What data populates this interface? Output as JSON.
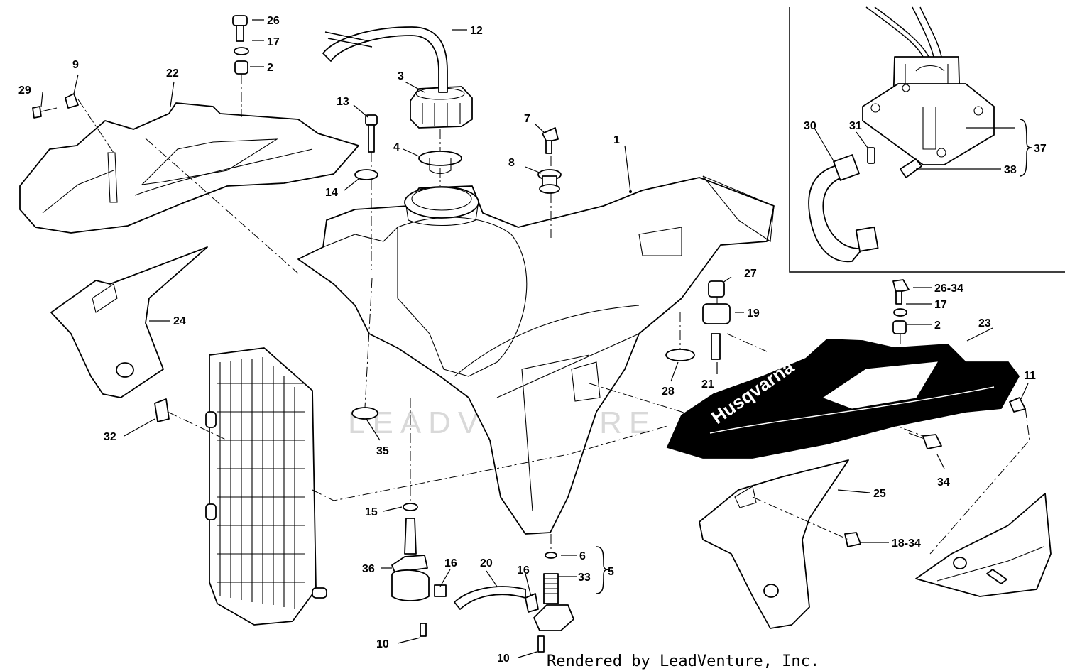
{
  "watermark": "LEADVENTURE",
  "credit": "Rendered by LeadVenture, Inc.",
  "brand_logo": "Husqvarna",
  "callouts": [
    "1",
    "2",
    "3",
    "4",
    "5",
    "6",
    "7",
    "8",
    "9",
    "10",
    "11",
    "12",
    "13",
    "14",
    "15",
    "16",
    "17",
    "18-34",
    "19",
    "20",
    "21",
    "22",
    "23",
    "24",
    "25",
    "26",
    "26-34",
    "27",
    "28",
    "29",
    "30",
    "31",
    "32",
    "33",
    "34",
    "35",
    "36",
    "37",
    "38"
  ]
}
